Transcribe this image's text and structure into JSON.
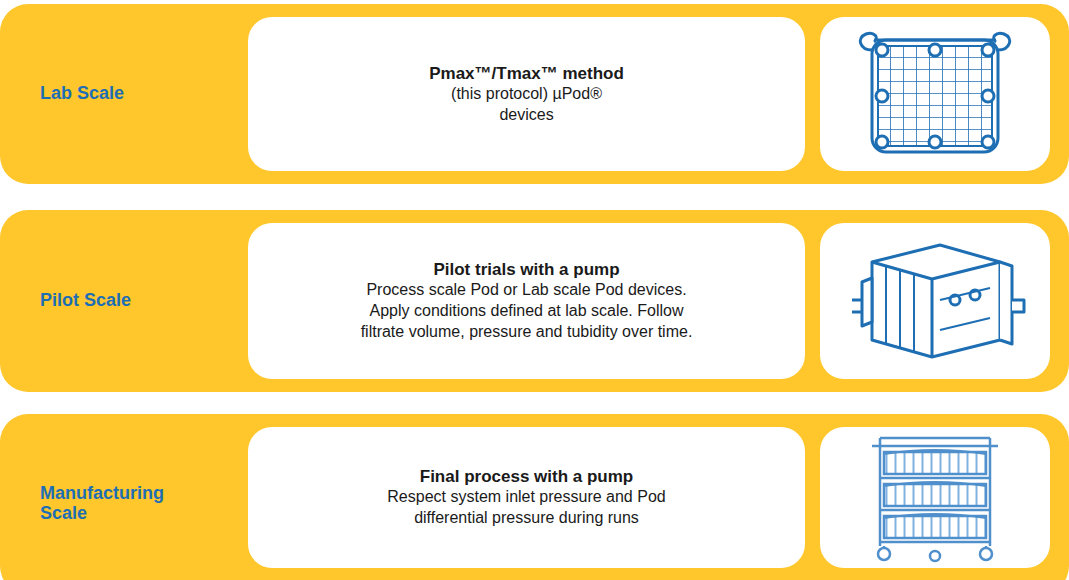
{
  "diagram": {
    "nodes": [
      {
        "text": [
          "Lab Scale"
        ]
      },
      {
        "text": [
          "Pmax™/Tmax™ method",
          "(this protocol) µPod® devices"
        ],
        "in": 0
      },
      {
        "text": [
          "Pilot Scale"
        ]
      },
      {
        "text": [
          "Pilot trials with a pump",
          "Process scale Pod or Lab scale Pod devices. Apply conditions defined at lab scale. Follow filtrate volume, pressure and tubidity over time."
        ],
        "in": 2
      },
      {
        "text": [
          "Manufacturing Scale"
        ]
      },
      {
        "text": [
          "Final process with a pump",
          "Respect system inlet pressure and Pod differential pressure during runs"
        ],
        "in": 4
      }
    ]
  }
}
